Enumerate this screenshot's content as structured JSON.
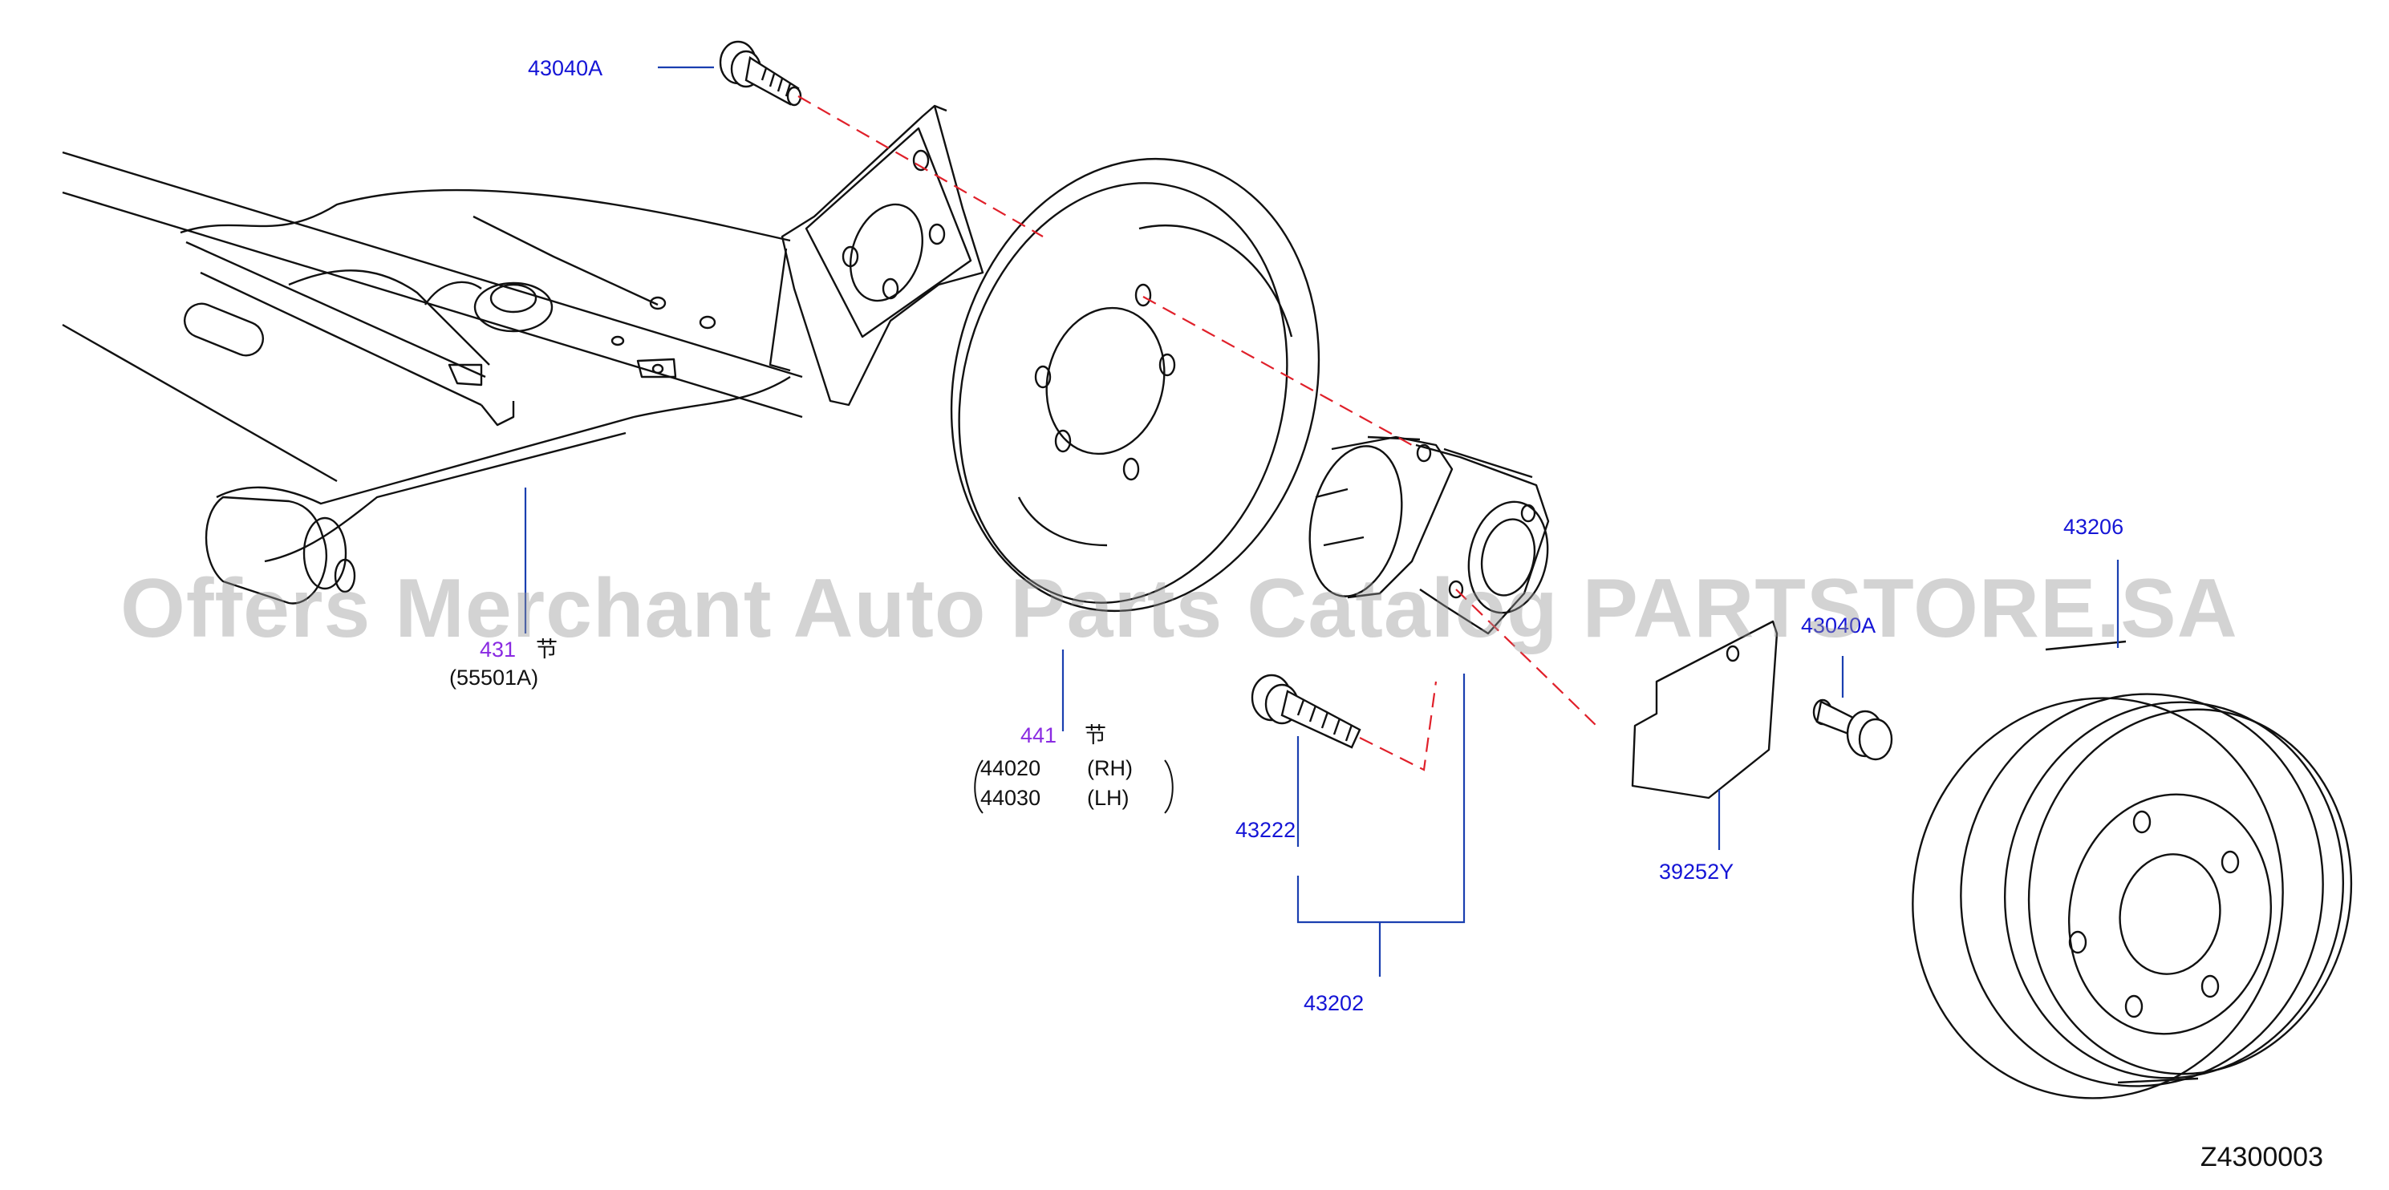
{
  "parts": {
    "bolt_top": "43040A",
    "axle_num": "431",
    "axle_sym": "节",
    "axle_sub": "(55501A)",
    "backing_num": "441",
    "backing_sym": "节",
    "backing_rh_num": "44020",
    "backing_rh_side": "(RH)",
    "backing_lh_num": "44030",
    "backing_lh_side": "(LH)",
    "hub_bolt": "43222",
    "hub_assy": "43202",
    "shield": "39252Y",
    "bolt_right": "43040A",
    "drum": "43206"
  },
  "figure_id": "Z4300003",
  "watermark": "Offers Merchant Auto Parts Catalog PARTSTORE.SA",
  "colors": {
    "part_number": "#1515d6",
    "reference_number": "#8a2be2",
    "linework": "#111111",
    "leader_line": "#1a3fb0",
    "centerline": "#e0202a"
  }
}
